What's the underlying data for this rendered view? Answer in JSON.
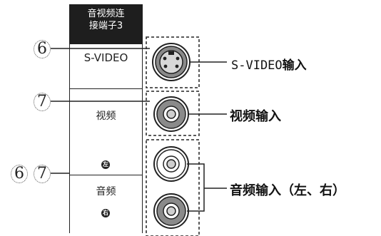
{
  "panel": {
    "header_line1": "音视频连",
    "header_line2": "接端子3",
    "svideo_label": "S-VIDEO",
    "video_label": "视频",
    "audio_label": "音频",
    "left_badge": "左",
    "right_badge": "右"
  },
  "callouts": {
    "svideo_num": "6",
    "video_num": "7",
    "audio_num_a": "6",
    "audio_num_b": "7"
  },
  "labels": {
    "svideo_prefix": "S-VIDEO",
    "svideo_suffix": "输入",
    "video_input": "视频输入",
    "audio_input": "音频输入（左、右）"
  }
}
